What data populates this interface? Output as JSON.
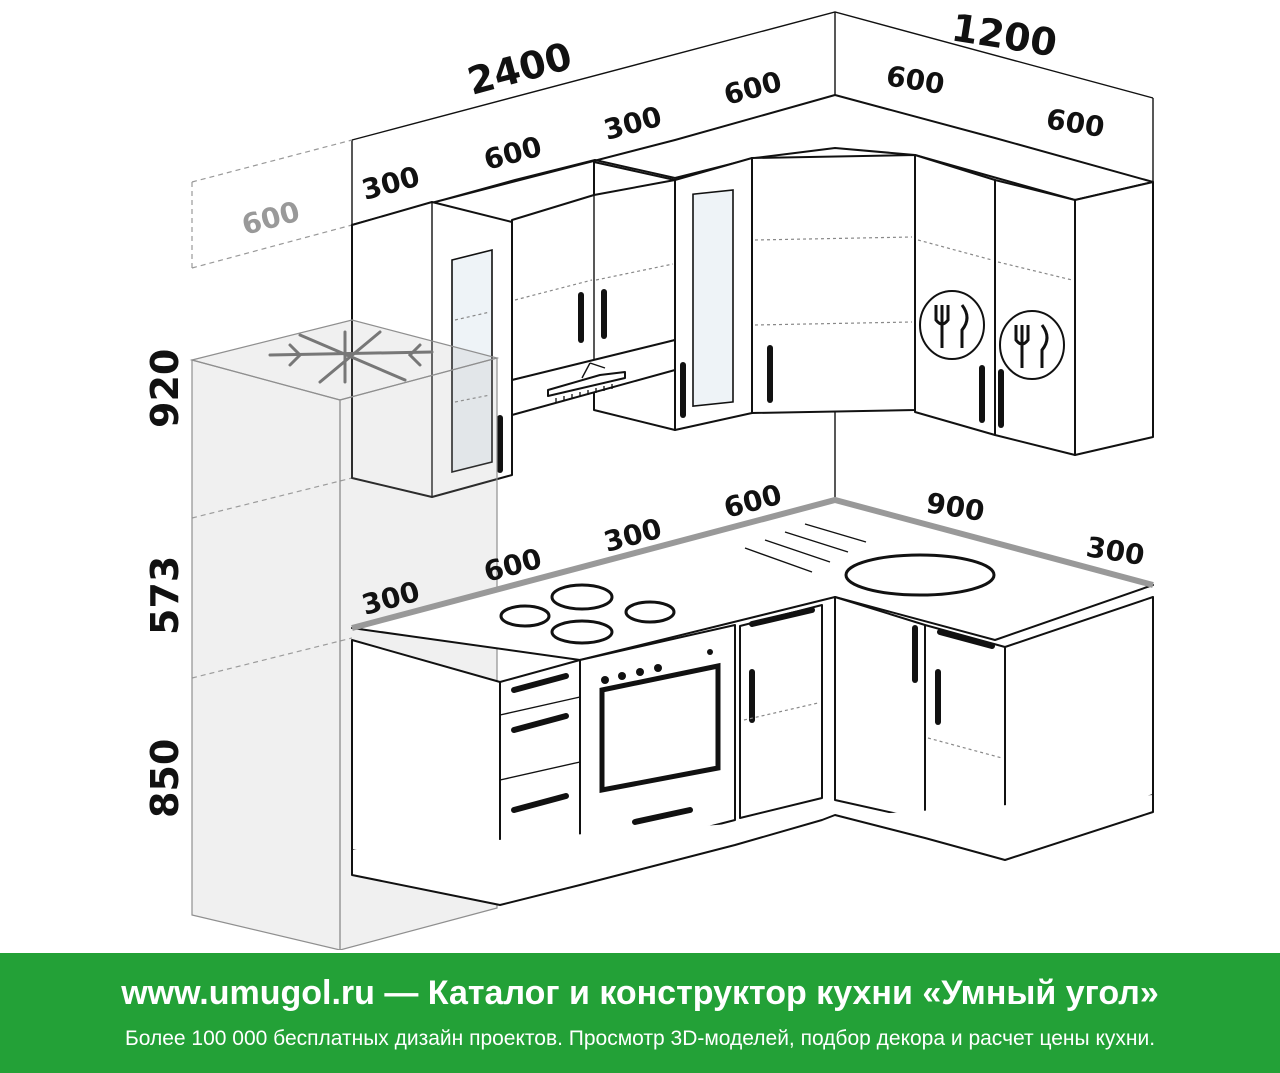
{
  "diagram": {
    "overall_width_left": "2400",
    "overall_width_right": "1200",
    "upper_segments_left": [
      "300",
      "600",
      "300",
      "600"
    ],
    "upper_segments_right": [
      "600",
      "600"
    ],
    "upper_depth": "600",
    "lower_segments_left": [
      "300",
      "600",
      "300",
      "600"
    ],
    "lower_segments_right": [
      "900",
      "300"
    ],
    "height_upper": "920",
    "height_middle": "573",
    "height_lower": "850"
  },
  "banner": {
    "title": "www.umugol.ru — Каталог и конструктор кухни «Умный угол»",
    "subtitle": "Более 100 000 бесплатных дизайн проектов. Просмотр 3D-моделей, подбор декора и расчет цены кухни."
  },
  "colors": {
    "banner_bg": "#23a137",
    "line": "#111111",
    "ghost": "#999999"
  },
  "icons": [
    "snowflake-icon",
    "cutlery-icon",
    "hood-icon",
    "hob-icon",
    "sink-icon"
  ]
}
